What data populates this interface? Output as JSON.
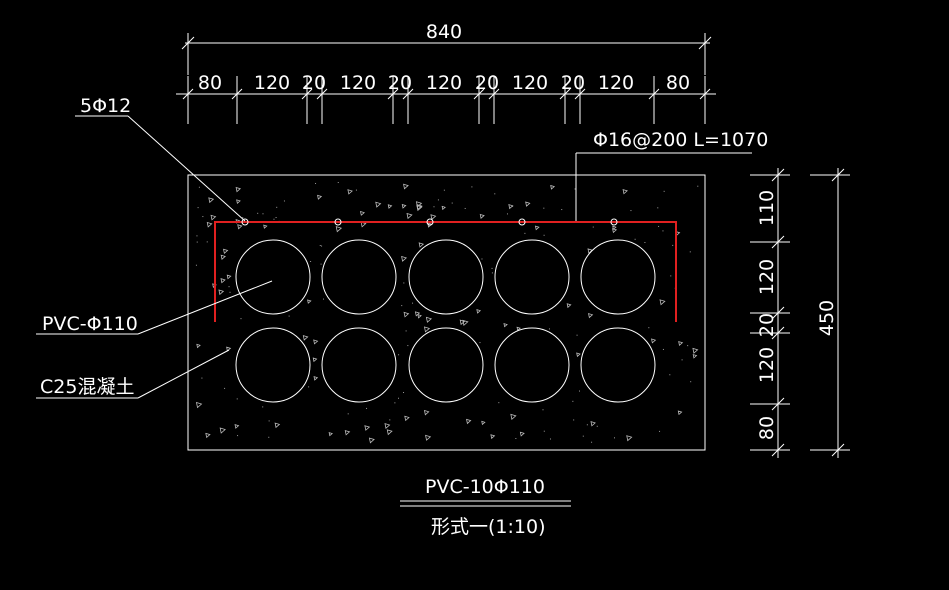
{
  "colors": {
    "background": "#000000",
    "line": "#ffffff",
    "rebar": "#e02020"
  },
  "dimensions": {
    "overall_width": "840",
    "segments": [
      "80",
      "120",
      "20",
      "120",
      "20",
      "120",
      "20",
      "120",
      "20",
      "120",
      "80"
    ],
    "vertical_segments": [
      "110",
      "120",
      "20",
      "120",
      "80"
    ],
    "overall_height": "450"
  },
  "labels": {
    "top_rebar": "5Φ12",
    "stirrup": "Φ16@200 L=1070",
    "pipe": "PVC-Φ110",
    "concrete": "C25混凝土"
  },
  "title": {
    "main": "PVC-10Φ110",
    "sub": "形式一(1:10)"
  }
}
